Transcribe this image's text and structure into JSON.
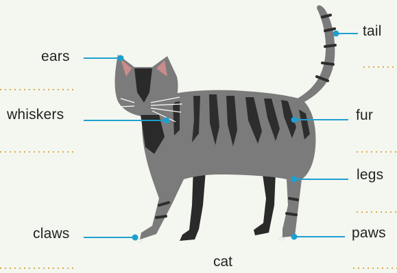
{
  "diagram": {
    "caption": "cat",
    "labels": {
      "ears": "ears",
      "whiskers": "whiskers",
      "claws": "claws",
      "tail": "tail",
      "fur": "fur",
      "legs": "legs",
      "paws": "paws"
    }
  },
  "colors": {
    "background": "#f3f7ef",
    "leader_line": "#1e9fd0",
    "dotted_rule": "#e0a64a",
    "cat_body": "#7b7b7b",
    "cat_stripes": "#2d2d2d",
    "inner_ear": "#c98b8b"
  }
}
